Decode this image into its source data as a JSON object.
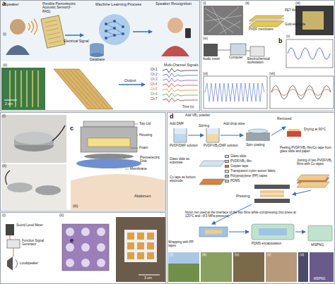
{
  "diagram": {
    "nodes": [
      {
        "text": [
          "a"
        ]
      },
      {
        "text": [
          "b"
        ]
      },
      {
        "text": [
          "c"
        ]
      },
      {
        "text": [
          "d"
        ]
      },
      {
        "text": [
          "e"
        ]
      }
    ],
    "labels": [
      "(i)",
      "Speaker",
      "Flexible Piezoelectric Acoustic Sensor(f-PAS)",
      "Electrical Signal",
      "Machine Learning Process",
      "Speaker Recognition",
      "Database",
      "(ii)",
      "2 cm",
      "Output",
      "Ch.1",
      "Ch.2",
      "Ch.3",
      "Ch.4",
      "Ch.5",
      "Ch.6",
      "Ch.7",
      "Multi-Channel Signals",
      "Time (s)",
      "(i)",
      "(ii)",
      "(iii)",
      "PVDF membrane",
      "PET film",
      "Gold electrode",
      "(iv)",
      "(v)",
      "Audio meter",
      "Computer",
      "Electrochemical workstation",
      "(vi)",
      "(vii)",
      "(i)",
      "(ii)",
      "(iii)",
      "Top Lid",
      "Housing",
      "Foam",
      "Piezoelectric Disk",
      "Membrane",
      "Abdomen",
      "(i)",
      "(ii)",
      "(iii)",
      "Sound Level Meter",
      "Function Signal Generator",
      "Loudspeaker",
      "3 cm",
      "Add VB₂ powder",
      "Add DMF",
      "Stirring",
      "Add drop wise",
      "PVDF/DMF solution",
      "PVDF/VB₂/DMF solution",
      "Spin coating",
      "Removed",
      "Drying at 90°C",
      "Peeling PVDF/VB₂ film/Cu tape from glass slide and paper",
      "Glass slide as substrate",
      "Cu tape as bottom electrode",
      "Joining of two PVDF/VB₂ films with Cu tapes",
      "Pressing",
      "Nylon net used at the interface of the two films while compressing (hot press at 120°C and ~8.5 MPa pressure)",
      "Wrapping with PP tapes",
      "PDMS encapsulation",
      "MSPNG",
      "(ii)",
      "(iii)",
      "(iv)",
      "(v)",
      "(vi)",
      "MSPNG"
    ],
    "legend": [
      {
        "text": "Glass slide",
        "color": "#cfe6f2"
      },
      {
        "text": "PVDF/VB₂ film",
        "color": "#f2c98e"
      },
      {
        "text": "Copper tape",
        "color": "#d9823e"
      },
      {
        "text": "Transparent nylon woven fabric",
        "color": "#e6e6e6"
      },
      {
        "text": "Polypropylene (PP) tapes",
        "color": "#9fc3e6"
      },
      {
        "text": "PDMS",
        "color": "#bfe3cf"
      }
    ]
  }
}
